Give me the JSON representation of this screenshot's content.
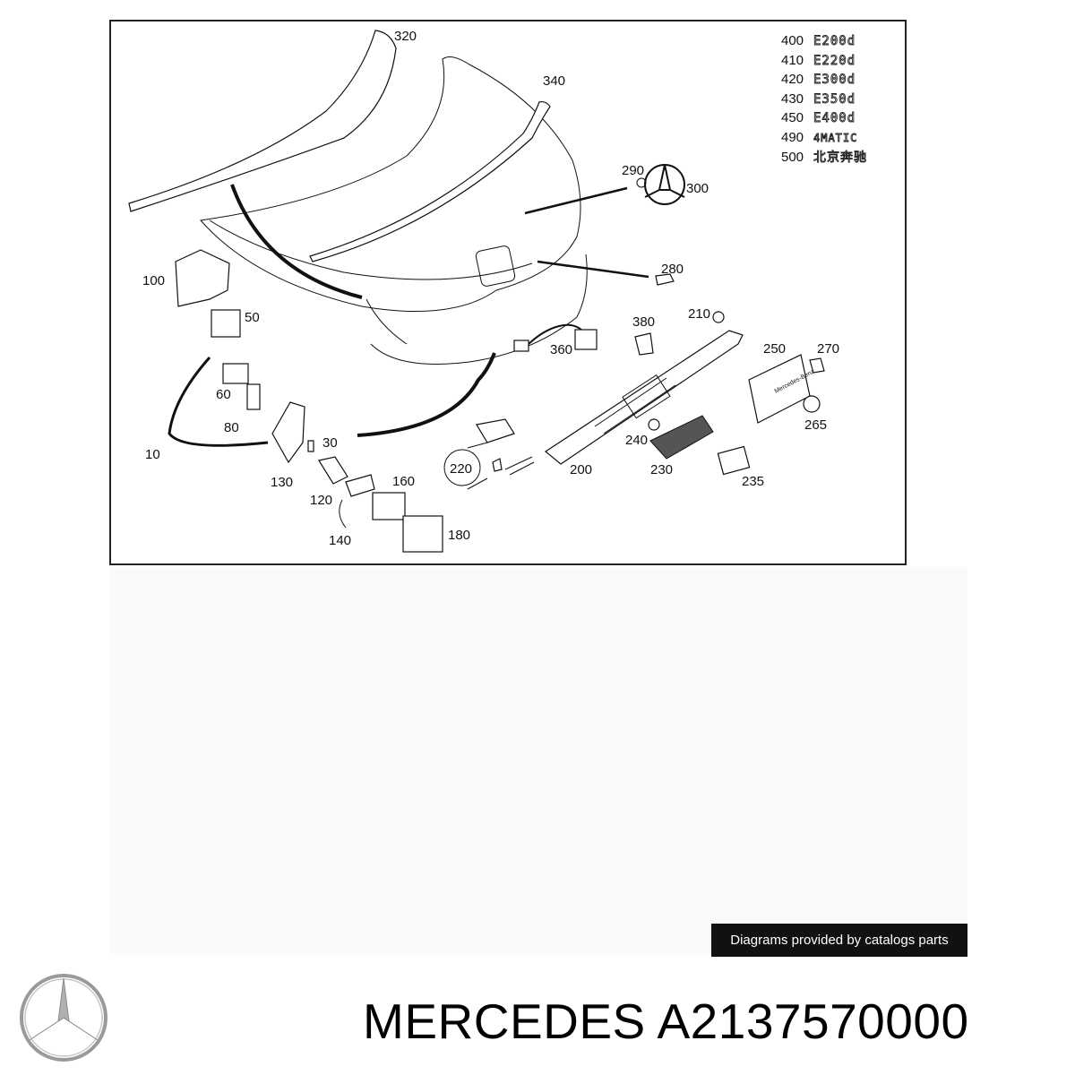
{
  "diagram": {
    "labels": {
      "p320": "320",
      "p340": "340",
      "p290": "290",
      "p300": "300",
      "p280": "280",
      "p100": "100",
      "p50": "50",
      "p60": "60",
      "p80": "80",
      "p10": "10",
      "p30": "30",
      "p130": "130",
      "p120": "120",
      "p140": "140",
      "p160": "160",
      "p180": "180",
      "p220": "220",
      "p360": "360",
      "p380": "380",
      "p210": "210",
      "p250": "250",
      "p270": "270",
      "p265": "265",
      "p240": "240",
      "p230": "230",
      "p200": "200",
      "p235": "235"
    },
    "legend": [
      {
        "code": "400",
        "badge": "E200d"
      },
      {
        "code": "410",
        "badge": "E220d"
      },
      {
        "code": "420",
        "badge": "E300d"
      },
      {
        "code": "430",
        "badge": "E350d"
      },
      {
        "code": "450",
        "badge": "E400d"
      },
      {
        "code": "490",
        "badge": "4MATIC"
      },
      {
        "code": "500",
        "badge": "北京奔驰"
      }
    ],
    "license_plate_text": "Mercedes-Benz"
  },
  "credit": "Diagrams provided by catalogs parts",
  "footer": {
    "brand": "MERCEDES",
    "part_number": "A2137570000",
    "logo_icon": "mercedes-star-icon"
  }
}
